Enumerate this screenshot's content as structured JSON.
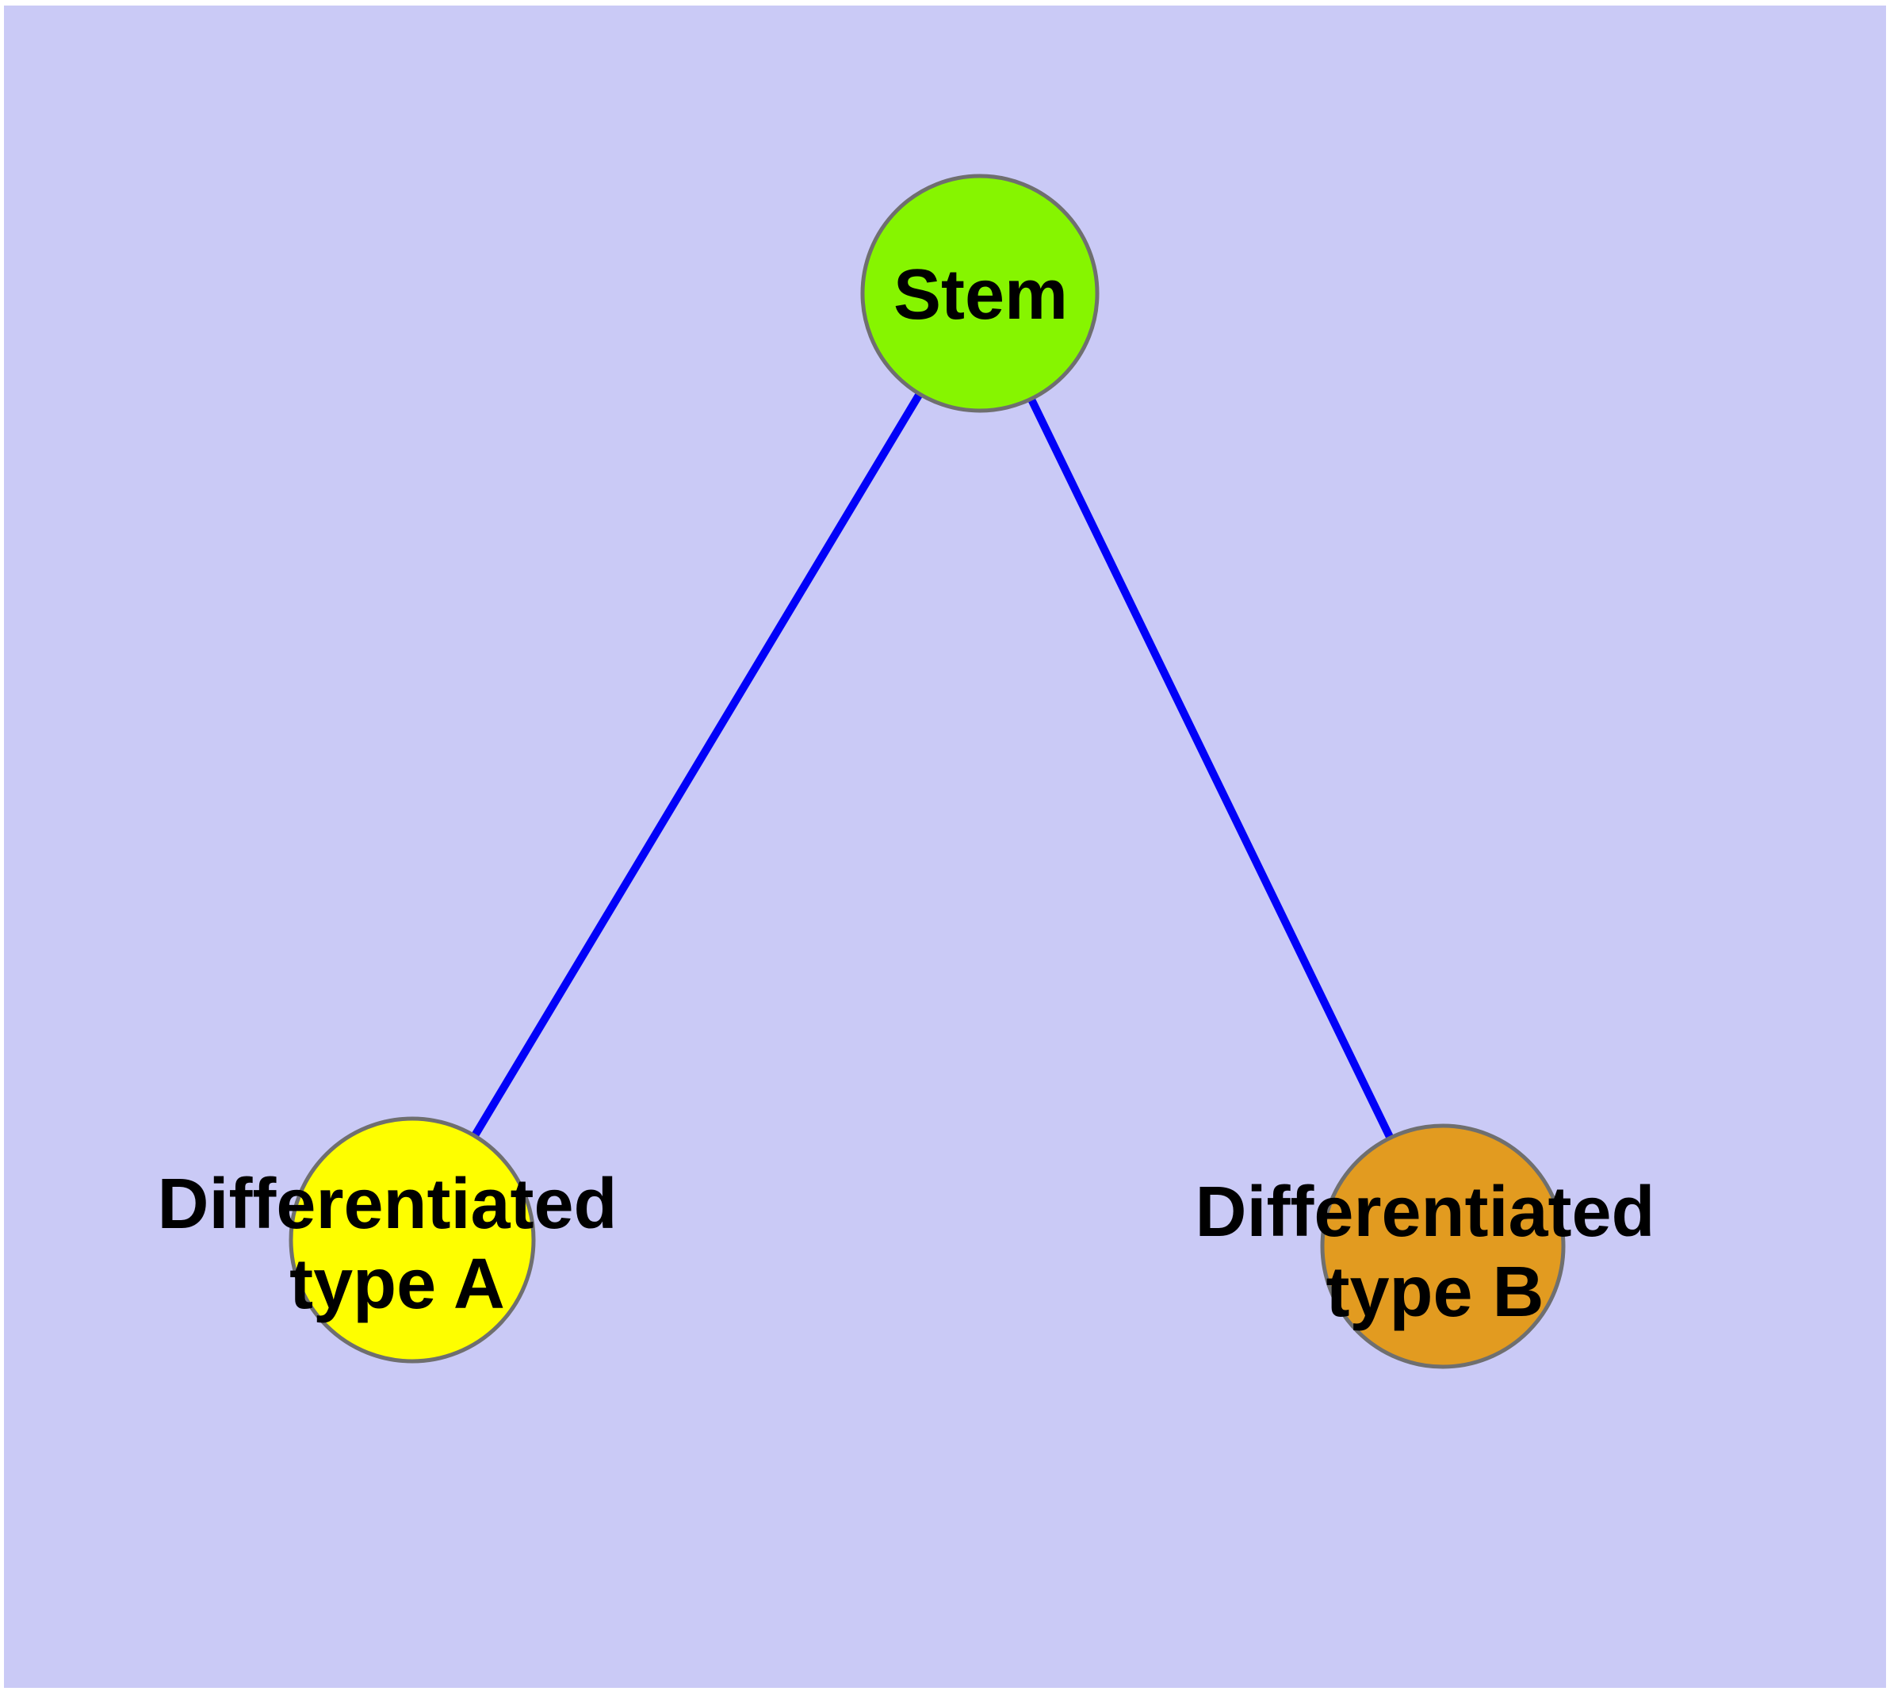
{
  "diagram": {
    "type": "graph",
    "background_color": "#cacaf6",
    "frame_color": "#ffffff",
    "edge_color": "#0101f8",
    "node_border_color": "#6f6f6f",
    "label_color": "#000000",
    "nodes": {
      "stem": {
        "label": "Stem",
        "color": "#86f500"
      },
      "diff_a": {
        "label": "Differentiated type A",
        "label_line1": "Differentiated",
        "label_line2": "type A",
        "color": "#fefe00"
      },
      "diff_b": {
        "label": "Differentiated type B",
        "label_line1": "Differentiated",
        "label_line2": "type B",
        "color": "#e29b20"
      }
    },
    "edges": [
      {
        "from": "Stem",
        "to": "Differentiated type A"
      },
      {
        "from": "Stem",
        "to": "Differentiated type B"
      }
    ]
  }
}
